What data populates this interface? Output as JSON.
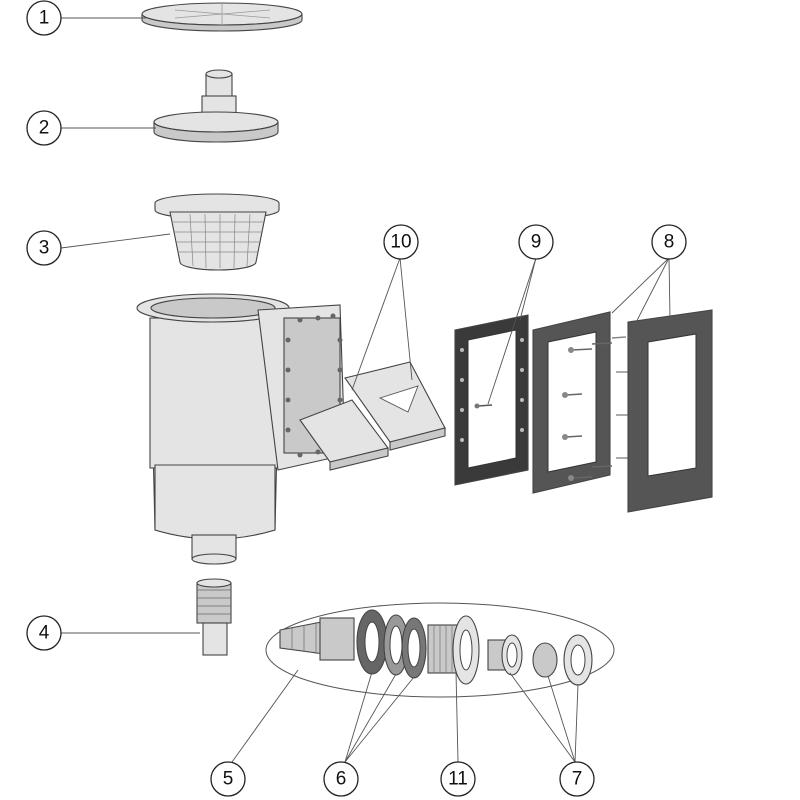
{
  "callouts": [
    {
      "id": "c1",
      "label": "1"
    },
    {
      "id": "c2",
      "label": "2"
    },
    {
      "id": "c3",
      "label": "3"
    },
    {
      "id": "c4",
      "label": "4"
    },
    {
      "id": "c5",
      "label": "5"
    },
    {
      "id": "c6",
      "label": "6"
    },
    {
      "id": "c7",
      "label": "7"
    },
    {
      "id": "c8",
      "label": "8"
    },
    {
      "id": "c9",
      "label": "9"
    },
    {
      "id": "c10",
      "label": "10"
    },
    {
      "id": "c11",
      "label": "11"
    }
  ],
  "colors": {
    "background": "#ffffff",
    "part_light": "#e4e4e4",
    "part_dark": "#555555",
    "line": "#444444"
  }
}
